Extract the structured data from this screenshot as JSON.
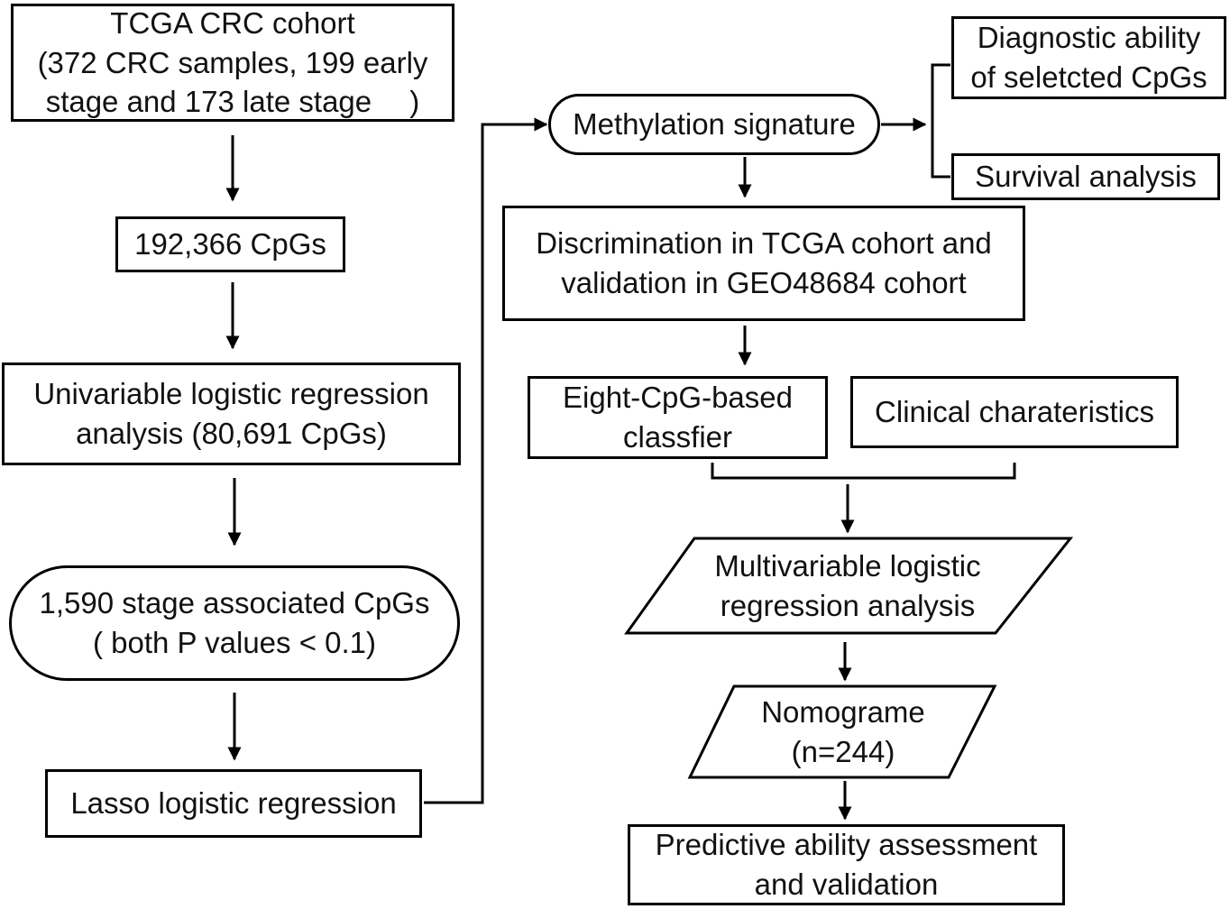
{
  "nodes": {
    "tcga_cohort": {
      "line1": "TCGA CRC cohort",
      "line2": "(372 CRC samples, 199 early",
      "line3": "stage  and 173 late stage 　)"
    },
    "cpgs_total": {
      "line1": "192,366 CpGs"
    },
    "univariable": {
      "line1": "Univariable logistic regression",
      "line2": "analysis (80,691 CpGs)"
    },
    "stage_associated": {
      "line1": "1,590 stage associated CpGs",
      "line2": "( both P values < 0.1)"
    },
    "lasso": {
      "line1": "Lasso logistic regression"
    },
    "methylation_signature": {
      "line1": "Methylation signature"
    },
    "diagnostic_ability": {
      "line1": "Diagnostic ability",
      "line2": "of seletcted CpGs"
    },
    "survival_analysis": {
      "line1": "Survival analysis"
    },
    "discrimination": {
      "line1": "Discrimination in TCGA cohort and",
      "line2": "validation in GEO48684 cohort"
    },
    "classifier": {
      "line1": "Eight-CpG-based",
      "line2": "classfier"
    },
    "clinical": {
      "line1": "Clinical charateristics"
    },
    "multivariable": {
      "line1": "Multivariable logistic",
      "line2": "regression analysis"
    },
    "nomogram": {
      "line1": "Nomograme",
      "line2": "(n=244)"
    },
    "predictive": {
      "line1": "Predictive ability assessment",
      "line2": "and validation"
    }
  },
  "colors": {
    "stroke": "#000000",
    "text": "#111111",
    "background": "#ffffff"
  }
}
